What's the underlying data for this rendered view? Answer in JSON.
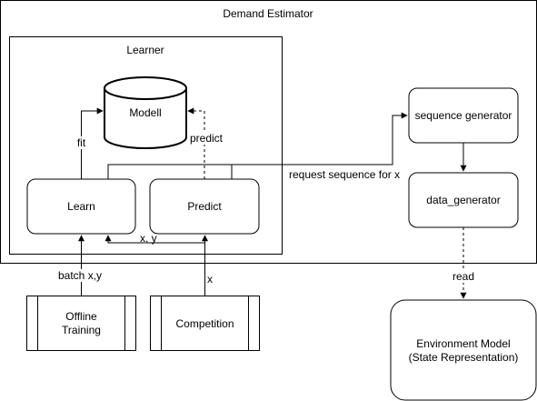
{
  "diagram": {
    "containers": {
      "demand_estimator": "Demand Estimator",
      "learner": "Learner"
    },
    "nodes": {
      "model": "Modell",
      "learn": "Learn",
      "predict": "Predict",
      "sequence_generator": "sequence generator",
      "data_generator": "data_generator",
      "offline_training": [
        "Offline",
        "Training"
      ],
      "competition": "Competition",
      "environment_model": [
        "Environment Model",
        "(State Representation)"
      ]
    },
    "edges": {
      "fit": "fit",
      "predict": "predict",
      "request_sequence": "request sequence for x",
      "xy": "x, y",
      "batch_xy": "batch x,y",
      "x": "x",
      "read": "read"
    }
  }
}
